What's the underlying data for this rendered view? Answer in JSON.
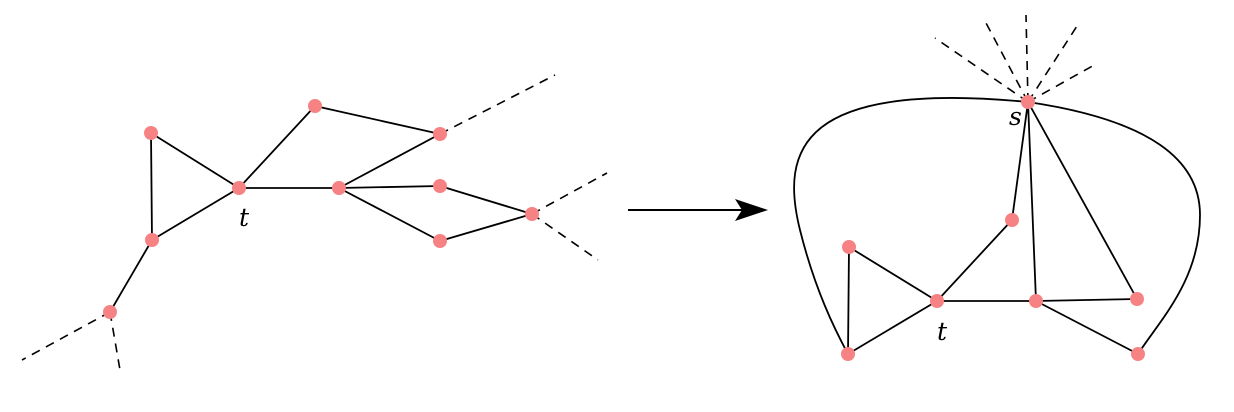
{
  "labels": {
    "left_t": "t",
    "right_t": "t",
    "right_s": "s"
  },
  "colors": {
    "node": "#f78283",
    "edge": "#000000"
  }
}
